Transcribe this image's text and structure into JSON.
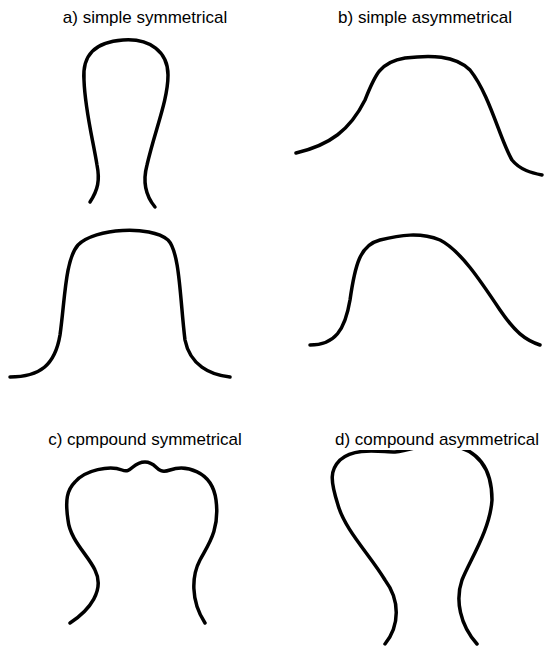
{
  "diagram": {
    "labels": [
      "a) simple symmetrical",
      "b) simple asymmetrical",
      "c) cpmpound symmetrical",
      "d) compound asymmetrical"
    ]
  }
}
